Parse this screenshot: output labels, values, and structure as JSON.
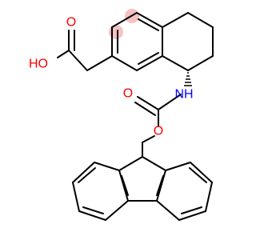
{
  "molecule": {
    "atom_labels": {
      "carbonyl_o_top": "O",
      "hydroxyl": "HO",
      "amine": "NH",
      "carbamate_o_double": "O",
      "carbamate_o_single": "O"
    },
    "colors": {
      "bond": "#000000",
      "oxygen": "#ff0000",
      "nitrogen": "#0000ff",
      "highlight": "#f4c2c2"
    }
  }
}
